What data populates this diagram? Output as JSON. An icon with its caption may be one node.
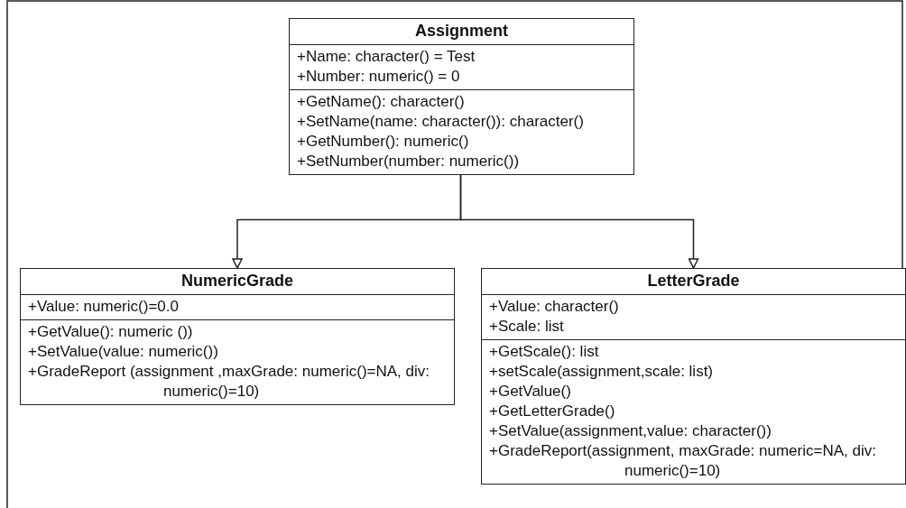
{
  "diagram": {
    "nodes": [
      {
        "text": [
          "Assignment",
          "+Name: character() = Test",
          "+Number: numeric() = 0",
          "+GetName(): character()",
          "+SetName(name: character()): character()",
          "+GetNumber(): numeric()",
          "+SetNumber(number: numeric())"
        ]
      },
      {
        "text": [
          "NumericGrade",
          "+Value: numeric()=0.0",
          "+GetValue(): numeric ())",
          "+SetValue(value: numeric())",
          "+GradeReport (assignment ,maxGrade: numeric()=NA, div: numeric()=10)"
        ]
      },
      {
        "text": [
          "LetterGrade",
          "+Value: character()",
          "+Scale: list",
          "+GetScale(): list",
          "+setScale(assignment,scale: list)",
          "+GetValue()",
          "+GetLetterGrade()",
          "+SetValue(assignment,value: character())",
          "+GradeReport(assignment, maxGrade: numeric=NA, div: numeric()=10)"
        ]
      }
    ],
    "edges": [
      {
        "from": 0,
        "to": 1,
        "arrow": "to"
      },
      {
        "from": 0,
        "to": 2,
        "arrow": "to"
      }
    ]
  }
}
